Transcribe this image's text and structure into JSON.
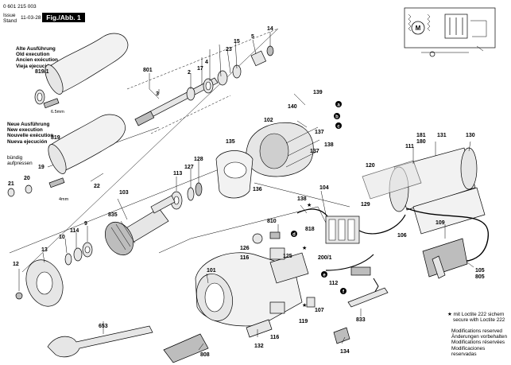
{
  "header": {
    "doc_number": "0 601 215 003",
    "issue_label": "Issue",
    "issue_value": "11-03-28",
    "stand_label": "Stand",
    "figure_label": "Fig./Abb. 1"
  },
  "notes": {
    "old_execution": [
      "Alte Ausführung",
      "Old execution",
      "Ancien exécution",
      "Vieja ejecución"
    ],
    "new_execution": [
      "Neue Ausführung",
      "New execution",
      "Nouvelle exécution",
      "Nueva ejecución"
    ],
    "bundig": [
      "bündig",
      "aufpressen"
    ],
    "loctite_star": "★",
    "loctite": [
      "mit Loctite 222 sichern",
      "secure with Loctite 222"
    ],
    "modifications": [
      "Modifications reserved",
      "Änderungen vorbehalten",
      "Modifications réservées",
      "Modificaciones reservadas"
    ]
  },
  "dimensions": {
    "dim_65": "6.5mm",
    "dim_4": "4mm"
  },
  "callouts": {
    "c819_1": "819/1",
    "c801": "801",
    "c3": "3",
    "c2": "2",
    "c4": "4",
    "c17": "17",
    "c15": "15",
    "c23": "23",
    "c5": "5",
    "c14": "14",
    "c819": "819",
    "c19": "19",
    "c20": "20",
    "c21": "21",
    "c22": "22",
    "c139": "139",
    "c140": "140",
    "c102": "102",
    "c137a": "137",
    "c137b": "137",
    "c138": "138",
    "c135": "135",
    "c128": "128",
    "c127": "127",
    "c113": "113",
    "c136": "136",
    "c103": "103",
    "c835": "835",
    "c9": "9",
    "c114": "114",
    "c10": "10",
    "c13": "13",
    "c12": "12",
    "c181": "181",
    "c180": "180",
    "c111": "111",
    "c131": "131",
    "c130": "130",
    "c120": "120",
    "c104": "104",
    "c138b": "138",
    "c129": "129",
    "c810": "810",
    "c818": "818",
    "c126": "126",
    "c116": "116",
    "c125": "125",
    "c200_1": "200/1",
    "c106": "106",
    "c109": "109",
    "c105": "105",
    "c805": "805",
    "c101": "101",
    "c112": "112",
    "c107": "107",
    "c119": "119",
    "c116b": "116",
    "c653": "653",
    "c808": "808",
    "c132": "132",
    "c134": "134",
    "c833": "833"
  },
  "letter_markers": [
    "a",
    "b",
    "c",
    "d",
    "e",
    "f"
  ],
  "star_markers": [
    "★",
    "★",
    "★"
  ],
  "schematic": {
    "motor_label": "M"
  }
}
